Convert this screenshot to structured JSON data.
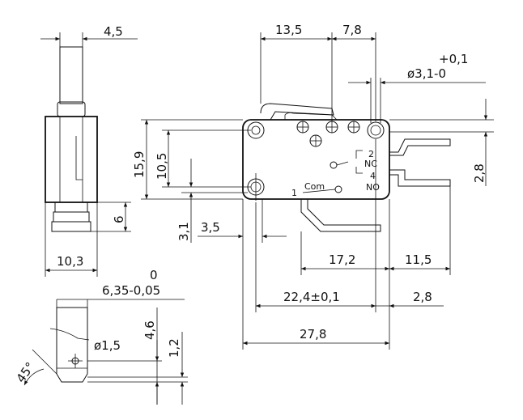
{
  "dimensions": {
    "side_width_top": "4,5",
    "side_height_6": "6",
    "side_width_bottom": "10,3",
    "tol_zero": "0",
    "pin_width": "6,35-0,05",
    "pin_dia": "ø1,5",
    "pin_46": "4,6",
    "pin_12": "1,2",
    "angle": "45°",
    "top_135": "13,5",
    "top_78": "7,8",
    "hole_tol": "+0,1",
    "hole_dia": "ø3,1-0",
    "h_159": "15,9",
    "h_105": "10,5",
    "h_31": "3,1",
    "w_35": "3,5",
    "right_28": "2,8",
    "w_172": "17,2",
    "w_115": "11,5",
    "w_224": "22,4±0,1",
    "w_28b": "2,8",
    "w_278": "27,8"
  },
  "labels": {
    "term2": "2",
    "nc": "NC",
    "term4": "4",
    "no": "NO",
    "term1": "1",
    "com": "Com"
  }
}
